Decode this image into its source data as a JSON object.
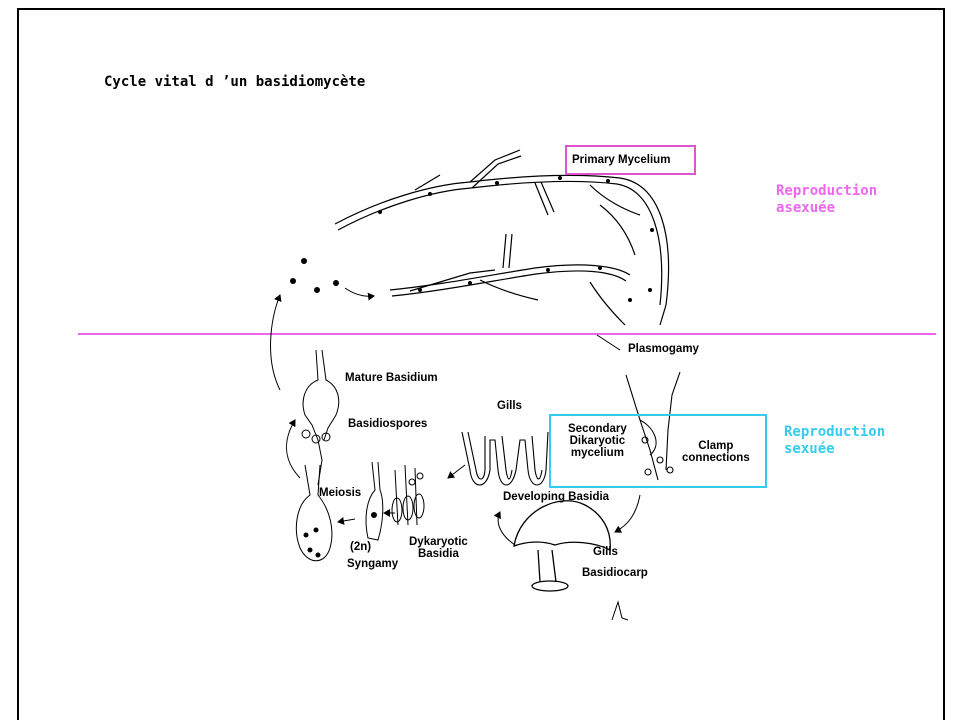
{
  "slide": {
    "title": "Cycle vital d ’un basidiomycète"
  },
  "regions": {
    "asexual": {
      "line1": "Reproduction",
      "line2": "asexuée",
      "color": "#ee66ee"
    },
    "sexual": {
      "line1": "Reproduction",
      "line2": "sexuée",
      "color": "#33ccee"
    }
  },
  "labels": {
    "primary_mycelium": "Primary Mycelium",
    "plasmogamy": "Plasmogamy",
    "mature_basidium": "Mature Basidium",
    "basidiospores": "Basidiospores",
    "gills_top": "Gills",
    "secondary_line1": "Secondary",
    "secondary_line2": "Dikaryotic",
    "secondary_line3": "mycelium",
    "clamp_line1": "Clamp",
    "clamp_line2": "connections",
    "meiosis": "Meiosis",
    "developing_basidia": "Developing Basidia",
    "dikaryotic_line1": "Dykaryotic",
    "dikaryotic_line2": "Basidia",
    "two_n": "(2n)",
    "syngamy": "Syngamy",
    "gills_bottom": "Gills",
    "basidiocarp": "Basidiocarp"
  },
  "colors": {
    "divider": "#ee66ee",
    "primary_box": "#dd55cc",
    "secondary_box": "#33ccee"
  }
}
